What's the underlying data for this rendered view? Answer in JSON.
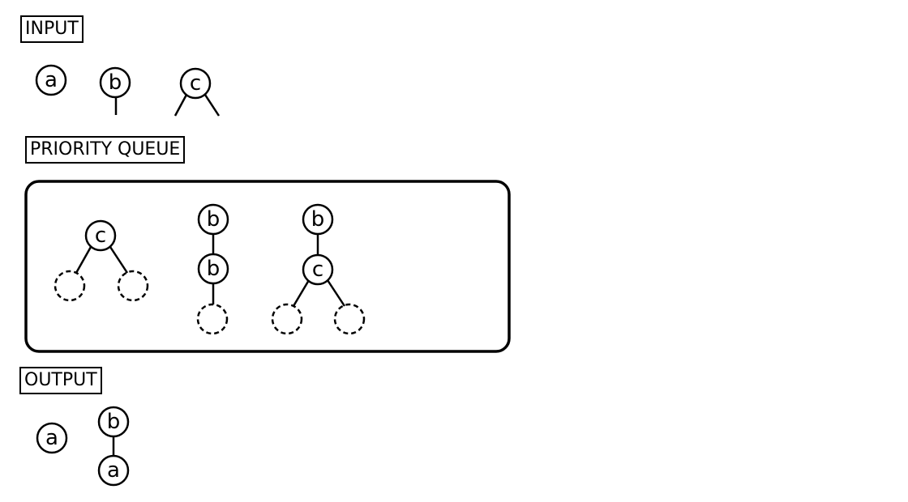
{
  "sections": {
    "input_label": "INPUT",
    "queue_label": "PRIORITY QUEUE",
    "output_label": "OUTPUT"
  },
  "input": {
    "a": "a",
    "b": "b",
    "c": "c"
  },
  "queue": {
    "tree1_root": "c",
    "tree2_top": "b",
    "tree2_mid": "b",
    "tree3_top": "b",
    "tree3_mid": "c"
  },
  "output": {
    "a": "a",
    "tree_top": "b",
    "tree_bottom": "a"
  }
}
